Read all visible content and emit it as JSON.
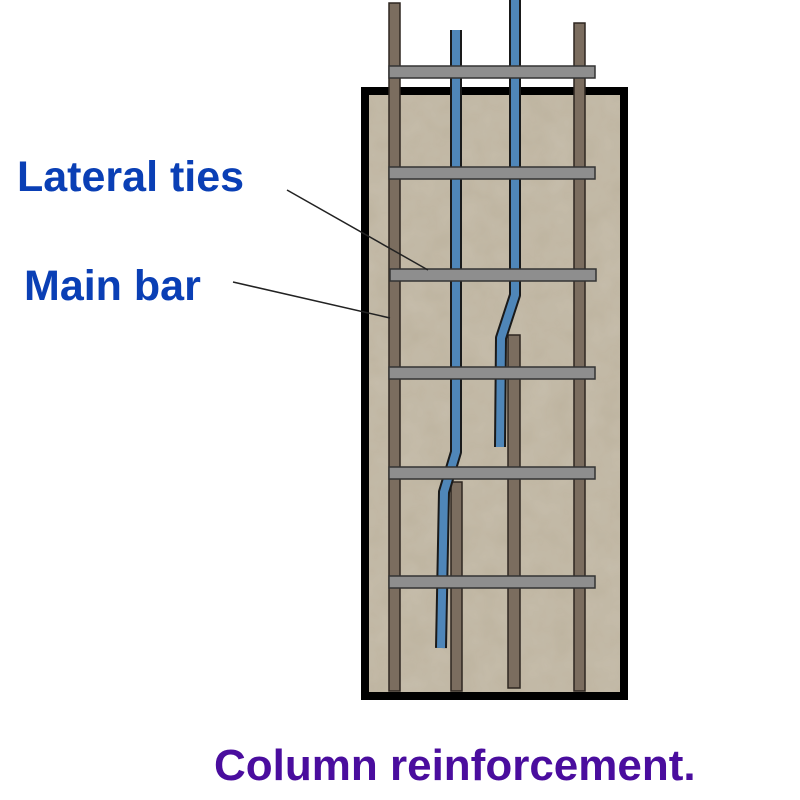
{
  "labels": {
    "lateral_ties": "Lateral ties",
    "main_bar": "Main bar"
  },
  "caption": "Column reinforcement.",
  "colors": {
    "label_blue": "#0a3fb5",
    "caption_purple": "#4a0d9e",
    "concrete": "#bdb39f",
    "outline": "#000000",
    "main_bar": "#7b6d5f",
    "lapped_bar": "#4f86b8",
    "tie": "#8e8e8e"
  }
}
